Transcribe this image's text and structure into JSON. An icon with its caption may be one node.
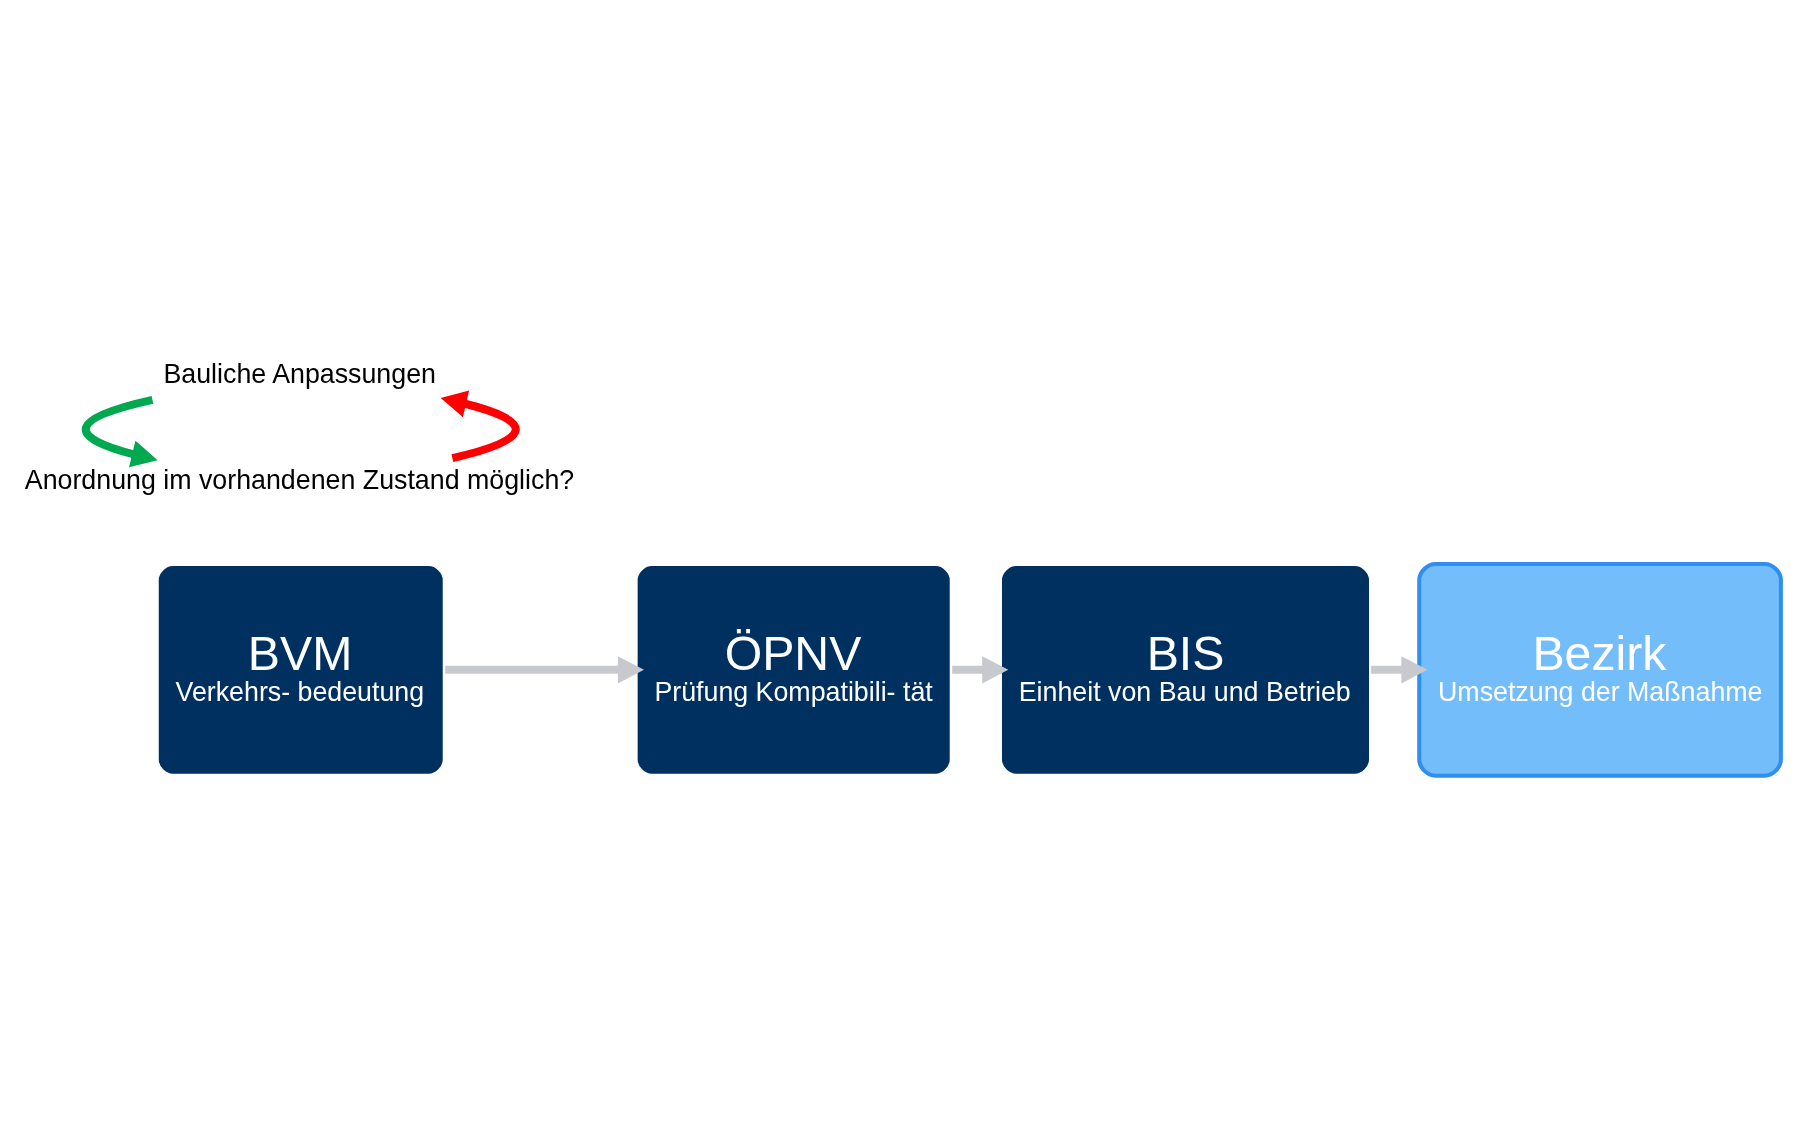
{
  "diagram": {
    "nodes": [
      {
        "text": [
          "BVM",
          "Verkehrs- bedeutung"
        ]
      },
      {
        "text": [
          "ÖPNV",
          "Prüfung Kompatibili- tät"
        ]
      },
      {
        "text": [
          "BIS",
          "Einheit von Bau und Betrieb"
        ]
      },
      {
        "text": [
          "Bezirk",
          "Umsetzung der Maßnahme"
        ]
      },
      {
        "text": [
          "Anordnung im vorhandenen Zustand möglich?"
        ]
      },
      {
        "text": [
          "Bauliche Anpassungen"
        ]
      }
    ],
    "edges": [
      {
        "from": 0,
        "to": 1,
        "arrow": "to"
      },
      {
        "from": 1,
        "to": 2,
        "arrow": "to"
      },
      {
        "from": 2,
        "to": 3,
        "arrow": "to"
      },
      {
        "from": 4,
        "to": 5,
        "arrow": "to",
        "color": "#ff0000"
      },
      {
        "from": 5,
        "to": 4,
        "arrow": "to",
        "color": "#00a94f"
      }
    ]
  }
}
